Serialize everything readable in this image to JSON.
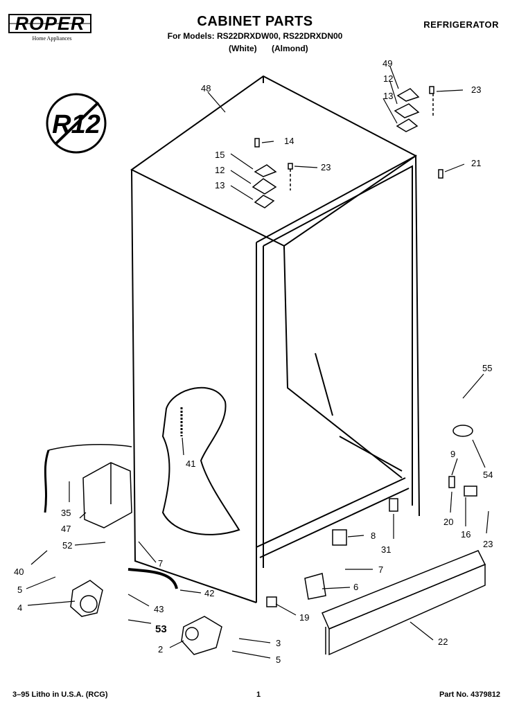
{
  "header": {
    "brand": "ROPER",
    "brand_sub": "Home Appliances",
    "title": "CABINET PARTS",
    "models_line": "For Models: RS22DRXDW00, RS22DRXDN00",
    "color_white": "(White)",
    "color_almond": "(Almond)",
    "category": "REFRIGERATOR",
    "refrigerant_badge": "R12"
  },
  "callouts": [
    "48",
    "49",
    "12",
    "13",
    "23",
    "14",
    "15",
    "12",
    "23",
    "13",
    "21",
    "55",
    "9",
    "54",
    "20",
    "16",
    "23",
    "8",
    "31",
    "41",
    "35",
    "47",
    "52",
    "40",
    "7",
    "5",
    "4",
    "42",
    "43",
    "53",
    "3",
    "2",
    "5",
    "7",
    "6",
    "19",
    "22"
  ],
  "footer": {
    "left": "3–95 Litho in U.S.A. (RCG)",
    "center": "1",
    "right": "Part No. 4379812"
  },
  "colors": {
    "ink": "#000000",
    "paper": "#ffffff"
  }
}
